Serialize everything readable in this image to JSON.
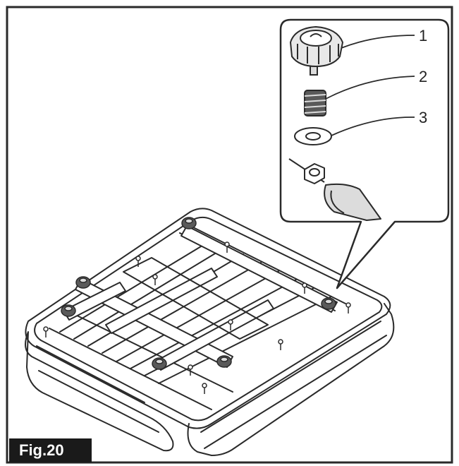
{
  "figure": {
    "label": "Fig.20",
    "callouts": [
      {
        "number": "1",
        "part": "knob"
      },
      {
        "number": "2",
        "part": "spring"
      },
      {
        "number": "3",
        "part": "washer"
      }
    ]
  },
  "colors": {
    "line": "#2a2a2a",
    "fill": "#ffffff",
    "shade": "#dcdcdc",
    "label_bg": "#1a1a1a",
    "label_text": "#ffffff"
  }
}
